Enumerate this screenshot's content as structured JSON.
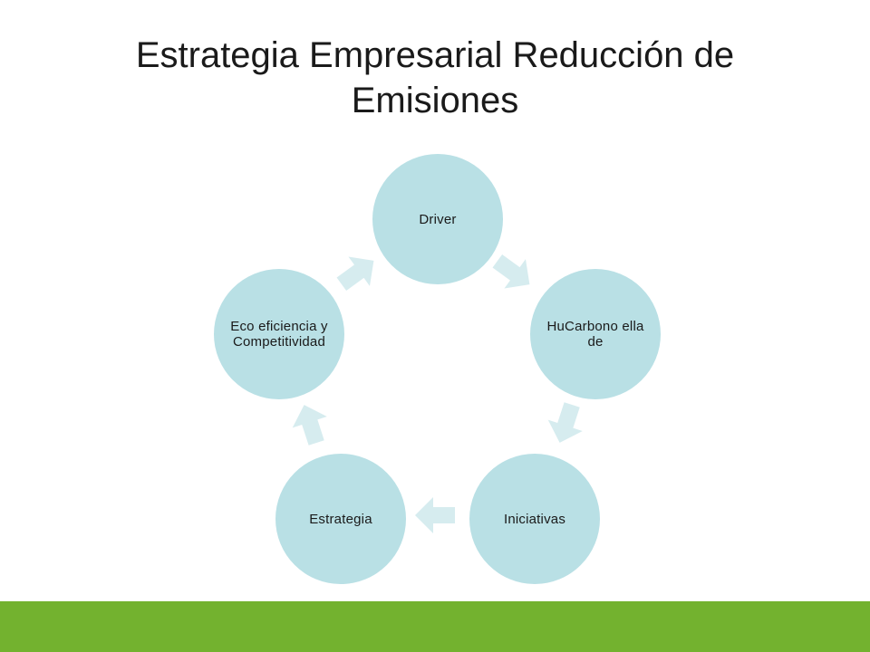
{
  "slide": {
    "title": "Estrategia Empresarial Reducción de Emisiones"
  },
  "cycle": {
    "nodes": [
      {
        "label": "Driver"
      },
      {
        "label": "HuCarbono ella de"
      },
      {
        "label": "Iniciativas"
      },
      {
        "label": "Estrategia"
      },
      {
        "label": "Eco eficiencia y Competitividad"
      }
    ]
  },
  "colors": {
    "node_fill": "#b9e0e5",
    "arrow_fill": "#d6ecef",
    "footer_bar": "#73b22f",
    "text": "#1a1a1a"
  }
}
